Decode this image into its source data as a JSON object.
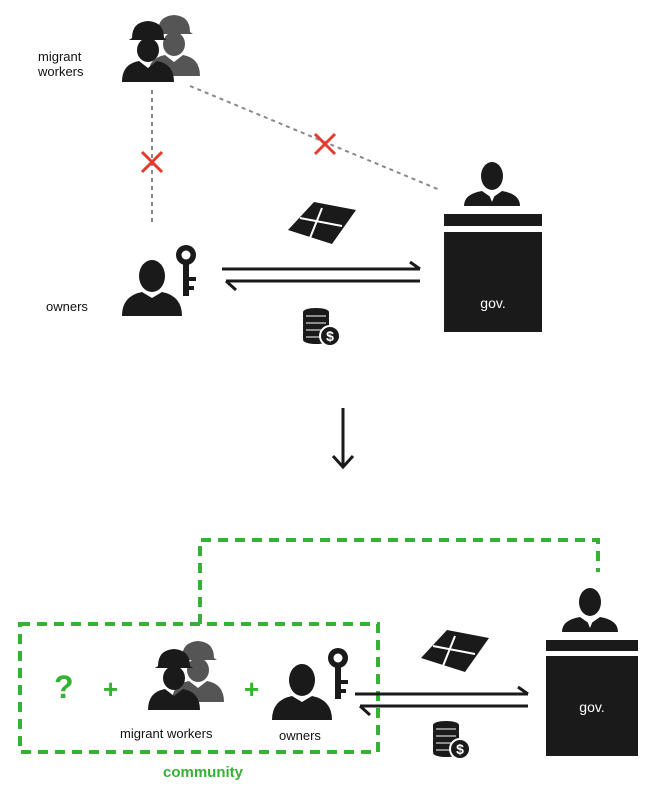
{
  "top": {
    "migrant_workers_label_line1": "migrant",
    "migrant_workers_label_line2": "workers",
    "owners_label": "owners",
    "gov_label": "gov."
  },
  "bottom": {
    "question_mark": "?",
    "plus_1": "+",
    "plus_2": "+",
    "migrant_workers_label": "migrant workers",
    "owners_label": "owners",
    "gov_label": "gov.",
    "community_label": "community"
  },
  "colors": {
    "accent_green": "#34b233",
    "cross_red": "#e53a2c",
    "dashed_grey": "#888888",
    "icon_dark": "#1a1a1a"
  }
}
